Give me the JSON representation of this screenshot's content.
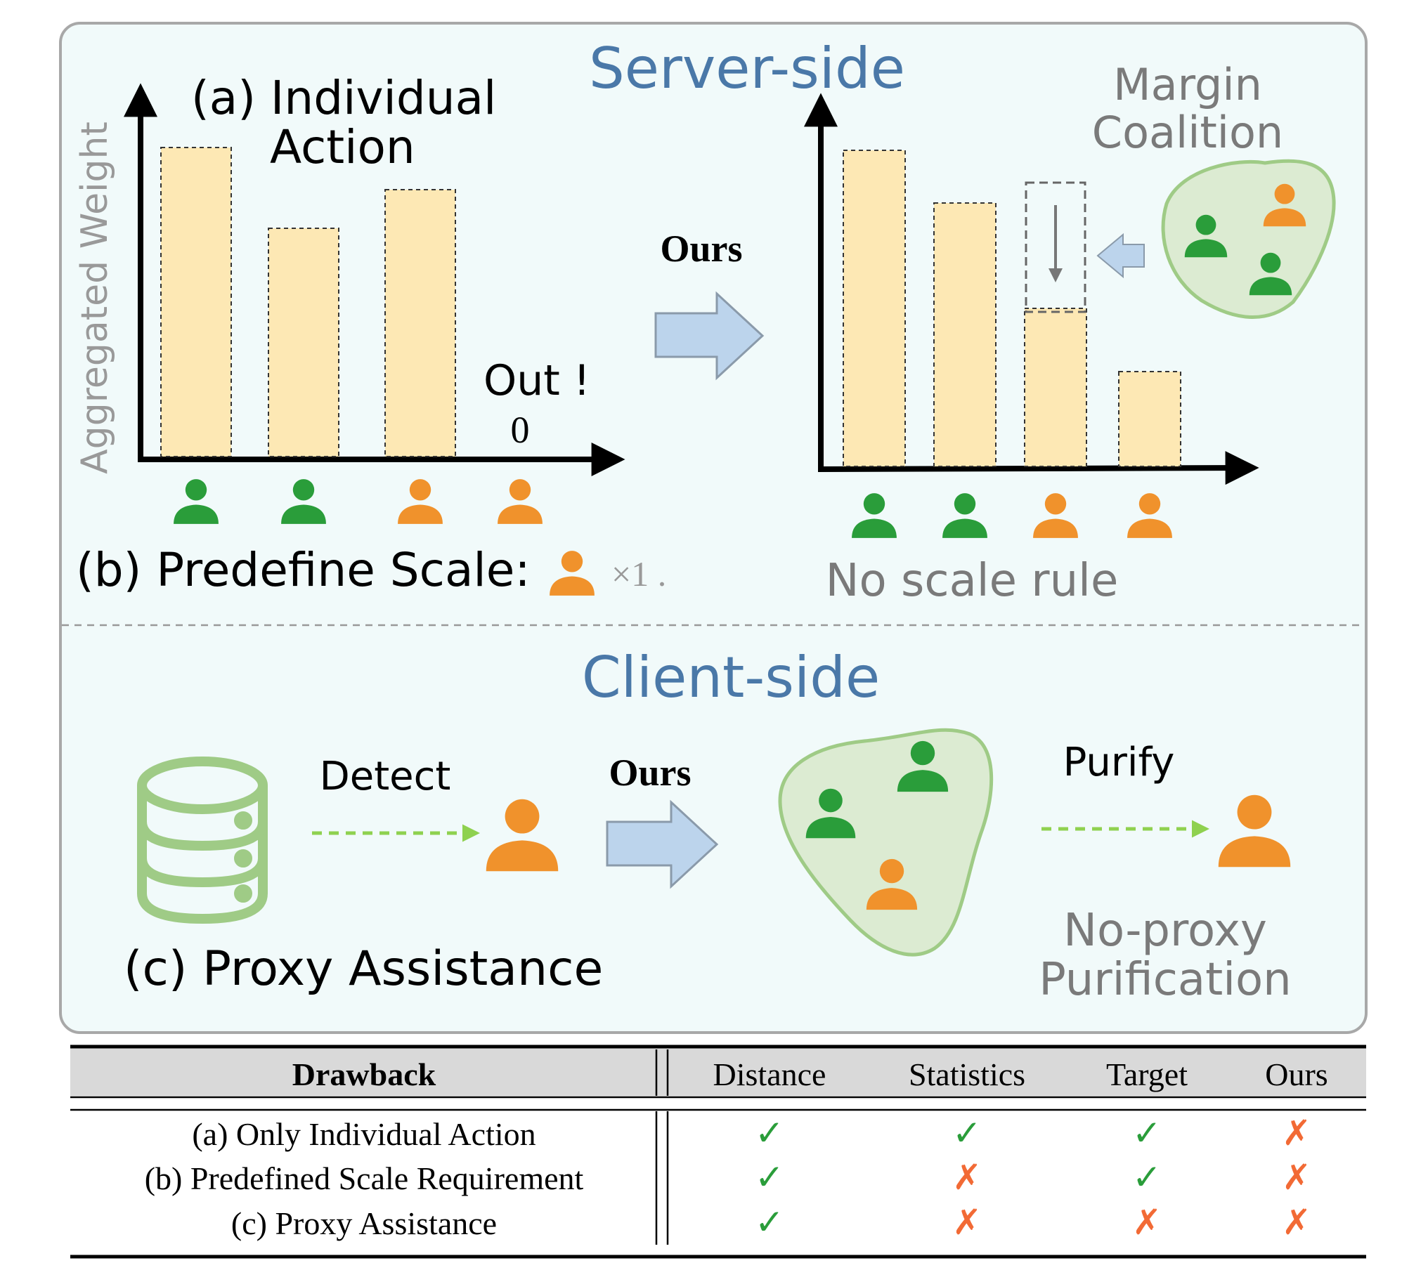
{
  "server": {
    "title": "Server-side",
    "panel_a_label_line1": "(a) Individual",
    "panel_a_label_line2": "Action",
    "y_axis_label": "Aggregated Weight",
    "out_label": "Out !",
    "zero_label": "0",
    "ours_label": "Ours",
    "margin_line1": "Margin",
    "margin_line2": "Coalition",
    "predefine_label": "(b) Predefine Scale:",
    "times_label": "×1 .",
    "no_scale_label": "No scale rule",
    "left_bars": [
      {
        "client": "benign",
        "value": 0.88
      },
      {
        "client": "benign",
        "value": 0.65
      },
      {
        "client": "malicious",
        "value": 0.76
      },
      {
        "client": "malicious",
        "value": 0.0
      }
    ],
    "right_bars": [
      {
        "client": "benign",
        "value": 0.9
      },
      {
        "client": "benign",
        "value": 0.75
      },
      {
        "client": "malicious",
        "value": 0.45
      },
      {
        "client": "malicious",
        "value": 0.27
      }
    ]
  },
  "client": {
    "title": "Client-side",
    "detect_label": "Detect",
    "ours_label": "Ours",
    "purify_label": "Purify",
    "proxy_label": "(c) Proxy Assistance",
    "noproxy_line1": "No-proxy",
    "noproxy_line2": "Purification"
  },
  "table": {
    "headers": [
      "Drawback",
      "Distance",
      "Statistics",
      "Target",
      "Ours"
    ],
    "rows": [
      {
        "label": "(a)  Only Individual Action",
        "values": [
          true,
          true,
          true,
          false
        ]
      },
      {
        "label": "(b)  Predefined Scale Requirement",
        "values": [
          true,
          false,
          true,
          false
        ]
      },
      {
        "label": "(c)  Proxy Assistance",
        "values": [
          true,
          false,
          false,
          false
        ]
      }
    ],
    "check_symbol": "✓",
    "cross_symbol": "✗"
  },
  "colors": {
    "benign": "#2a9d3a",
    "malicious": "#f0922c",
    "bar_fill": "#fde8b4",
    "panel_bg": "#f1fafa",
    "title_blue": "#4a78a8",
    "arrow_fill": "#bcd4ec",
    "blob_fill": "#dcebd2",
    "blob_stroke": "#9fcb86",
    "check": "#2a9d3a",
    "cross": "#f26a35"
  }
}
